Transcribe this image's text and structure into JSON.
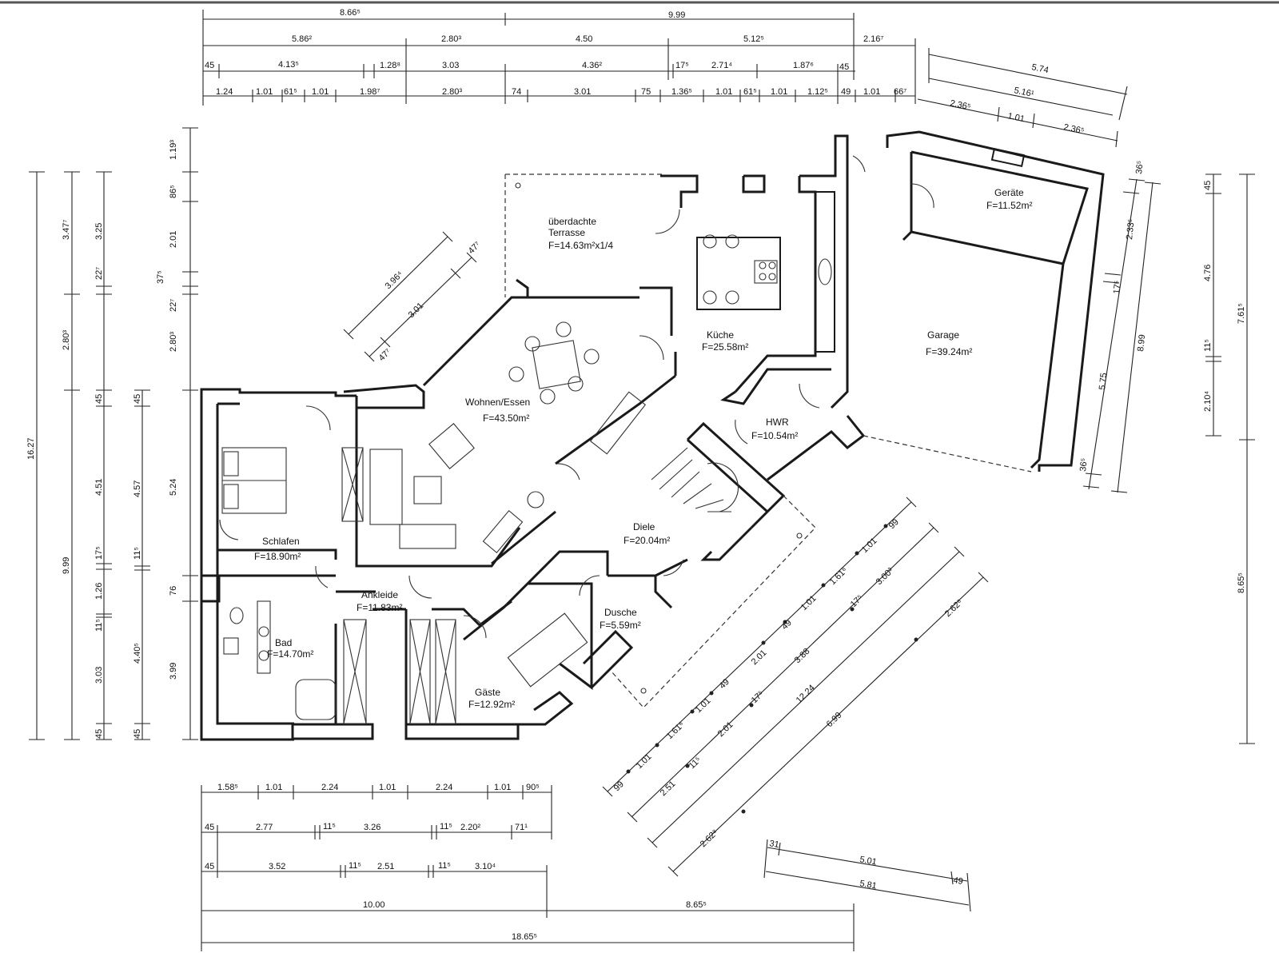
{
  "rooms": [
    {
      "name": "überdachte",
      "name2": "Terrasse",
      "area": "F=14.63m²x1/4"
    },
    {
      "name": "Küche",
      "area": "F=25.58m²"
    },
    {
      "name": "Geräte",
      "area": "F=11.52m²"
    },
    {
      "name": "Garage",
      "area": "F=39.24m²"
    },
    {
      "name": "Wohnen/Essen",
      "area": "F=43.50m²"
    },
    {
      "name": "HWR",
      "area": "F=10.54m²"
    },
    {
      "name": "Schlafen",
      "area": "F=18.90m²"
    },
    {
      "name": "Diele",
      "area": "F=20.04m²"
    },
    {
      "name": "Ankleide",
      "area": "F=11.83m²"
    },
    {
      "name": "Dusche",
      "area": "F=5.59m²"
    },
    {
      "name": "Bad",
      "area": "F=14.70m²"
    },
    {
      "name": "Gäste",
      "area": "F=12.92m²"
    }
  ],
  "dims_top": {
    "row1": [
      "8.66⁵",
      "9.99"
    ],
    "row2": [
      "5.86²",
      "2.80³",
      "4.50",
      "5.12⁵",
      "2.16⁷"
    ],
    "row3": [
      "45",
      "4.13⁵",
      "1.28⁸",
      "3.03",
      "4.36²",
      "17⁵",
      "2.71⁴",
      "1.87⁶",
      "45"
    ],
    "row4": [
      "1.24",
      "1.01",
      "61⁵",
      "1.01",
      "1.98⁷",
      "2.80³",
      "74",
      "3.01",
      "75",
      "1.36⁵",
      "1.01",
      "61⁵",
      "1.01",
      "1.12⁵",
      "49",
      "1.01",
      "66⁷"
    ]
  },
  "dims_garage_top": [
    "5.74",
    "5.16¹",
    "2.36⁵",
    "1.01",
    "2.36⁵"
  ],
  "dims_left": {
    "outer": [
      "16.27"
    ],
    "col2": [
      "3.47⁷",
      "2.80³",
      "9.99"
    ],
    "col3": [
      "3.25",
      "22⁷",
      "45",
      "4.51",
      "17⁵",
      "1.26",
      "11⁵",
      "3.03",
      "45"
    ],
    "col4": [
      "45",
      "4.57",
      "11⁵",
      "4.40⁵",
      "45"
    ],
    "col5": [
      "1.19³",
      "86⁵",
      "2.01",
      "37⁵",
      "22⁷",
      "2.80³",
      "5.24",
      "76",
      "3.99"
    ]
  },
  "dims_diag_terrace": [
    "3.96⁴",
    "47⁷",
    "3.01",
    "47⁷"
  ],
  "dims_right": {
    "col1": [
      "36⁵",
      "2.33⁵",
      "17⁵",
      "5.75",
      "36⁵"
    ],
    "col2": [
      "8.99"
    ],
    "col3": [
      "45",
      "4.76",
      "11⁵",
      "2.10⁴"
    ],
    "col4": [
      "7.61⁵",
      "8.65⁵"
    ]
  },
  "dims_diag_se": {
    "row1": [
      "99",
      "1.01",
      "1.61⁶",
      "1.01",
      "49",
      "2.01",
      "49",
      "1.01",
      "1.61⁶",
      "1.01",
      "99"
    ],
    "row2": [
      "2.51",
      "11⁵",
      "2.01",
      "17⁵",
      "3.88",
      "17⁵",
      "3.00³"
    ],
    "row3": [
      "12.24"
    ],
    "row4": [
      "2.62⁸",
      "6.99",
      "2.62⁸"
    ]
  },
  "dims_bottom": {
    "row1": [
      "1.58⁵",
      "1.01",
      "2.24",
      "1.01",
      "2.24",
      "1.01",
      "90⁵"
    ],
    "row2": [
      "45",
      "2.77",
      "11⁵",
      "3.26",
      "11⁵",
      "2.20²",
      "71¹"
    ],
    "row3": [
      "45",
      "3.52",
      "11⁵",
      "2.51",
      "11⁵",
      "3.10⁴"
    ],
    "row4": [
      "10.00",
      "8.65⁵"
    ],
    "row5": [
      "18.65⁵"
    ]
  },
  "dims_garage_bottom": [
    "31",
    "5.01",
    "5.81",
    "49"
  ]
}
